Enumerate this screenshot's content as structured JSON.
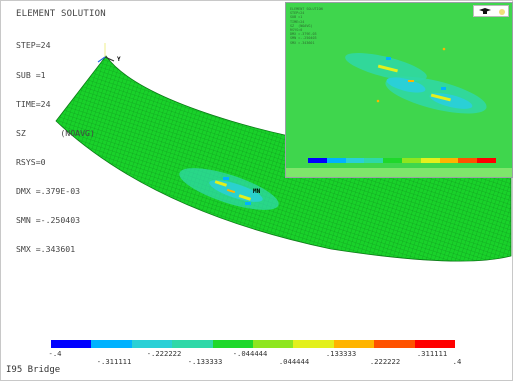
{
  "solution": {
    "title": "ELEMENT SOLUTION",
    "lines": [
      "STEP=24",
      "SUB =1",
      "TIME=24",
      "SZ       (NOAVG)",
      "RSYS=0",
      "DMX =.379E-03",
      "SMN =-.250403",
      "SMX =.343601"
    ]
  },
  "model_name": "I95 Bridge",
  "node_label": "MN",
  "triad_label": "Y",
  "legend": {
    "colors": [
      "#0000ff",
      "#00b2ff",
      "#2ad0d6",
      "#2fd8a8",
      "#1fd82b",
      "#8ee620",
      "#e3f01c",
      "#ffb400",
      "#ff5200",
      "#ff0000"
    ],
    "upper_labels": [
      "-.4",
      "-.222222",
      "-.044444",
      ".133333",
      ".311111"
    ],
    "lower_labels": [
      "-.311111",
      "-.133333",
      ".044444",
      ".222222",
      ".4"
    ]
  },
  "inset": {
    "text": "ELEMENT SOLUTION\nSTEP=24\nSUB =1\nTIME=24\nSZ  (NOAVG)\nRSYS=0\nDMX =.379E-03\nSMN =-.250403\nSMX =.343601",
    "legend_colors": [
      "#0000ff",
      "#00b2ff",
      "#2ad0d6",
      "#2fd8a8",
      "#1fd82b",
      "#8ee620",
      "#e3f01c",
      "#ffb400",
      "#ff5200",
      "#ff0000"
    ]
  }
}
